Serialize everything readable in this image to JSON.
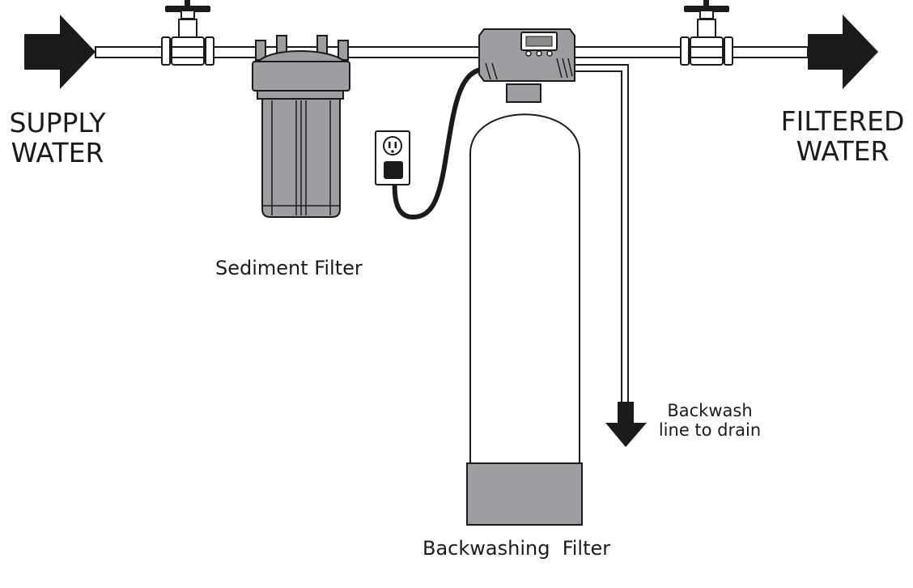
{
  "labels": {
    "supply_line1": "SUPPLY",
    "supply_line2": "WATER",
    "filtered_line1": "FILTERED",
    "filtered_line2": "WATER",
    "sediment_filter": "Sediment Filter",
    "backwash_line1": "Backwash",
    "backwash_line2": "line to drain",
    "backwashing_filter": "Backwashing  Filter"
  },
  "colors": {
    "outline": "#1b1b1b",
    "housing_gray": "#9d9ea1",
    "housing_gray_dark": "#8a8b8e",
    "pipe_fill": "#ffffff"
  },
  "icons": [
    "arrow-right-icon",
    "arrow-down-icon",
    "gate-valve-icon",
    "power-outlet-icon",
    "power-plug-icon",
    "control-head-icon"
  ]
}
